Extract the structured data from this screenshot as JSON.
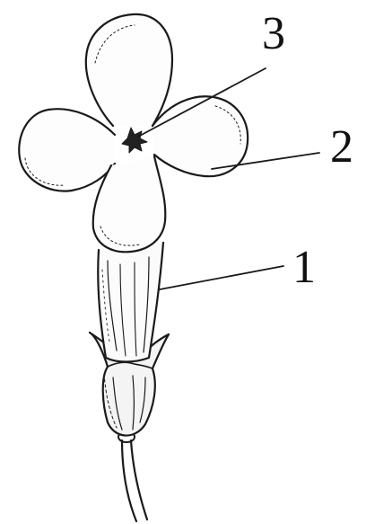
{
  "figure": {
    "labels": [
      {
        "id": "3",
        "text": "3",
        "part": "stamen-center"
      },
      {
        "id": "2",
        "text": "2",
        "part": "corolla-lobe"
      },
      {
        "id": "1",
        "text": "1",
        "part": "corolla-tube"
      }
    ]
  },
  "colors": {
    "ink": "#1a1a1a",
    "background": "#ffffff"
  }
}
